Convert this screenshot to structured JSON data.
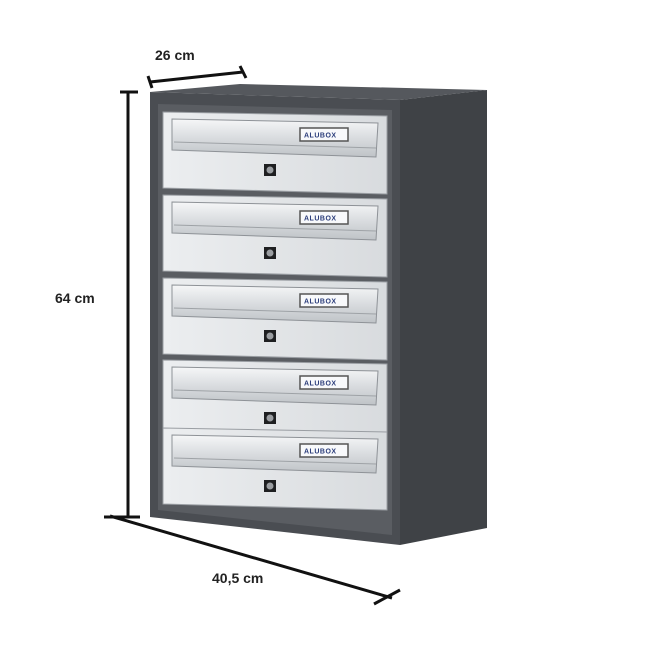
{
  "dimensions": {
    "depth": "26 cm",
    "height": "64 cm",
    "width": "40,5 cm"
  },
  "product": {
    "brand": "ALUBOX",
    "door_count": 5
  },
  "colors": {
    "frame": "#4a4d52",
    "door": "#e6e8ea",
    "side": "#3f4246"
  }
}
